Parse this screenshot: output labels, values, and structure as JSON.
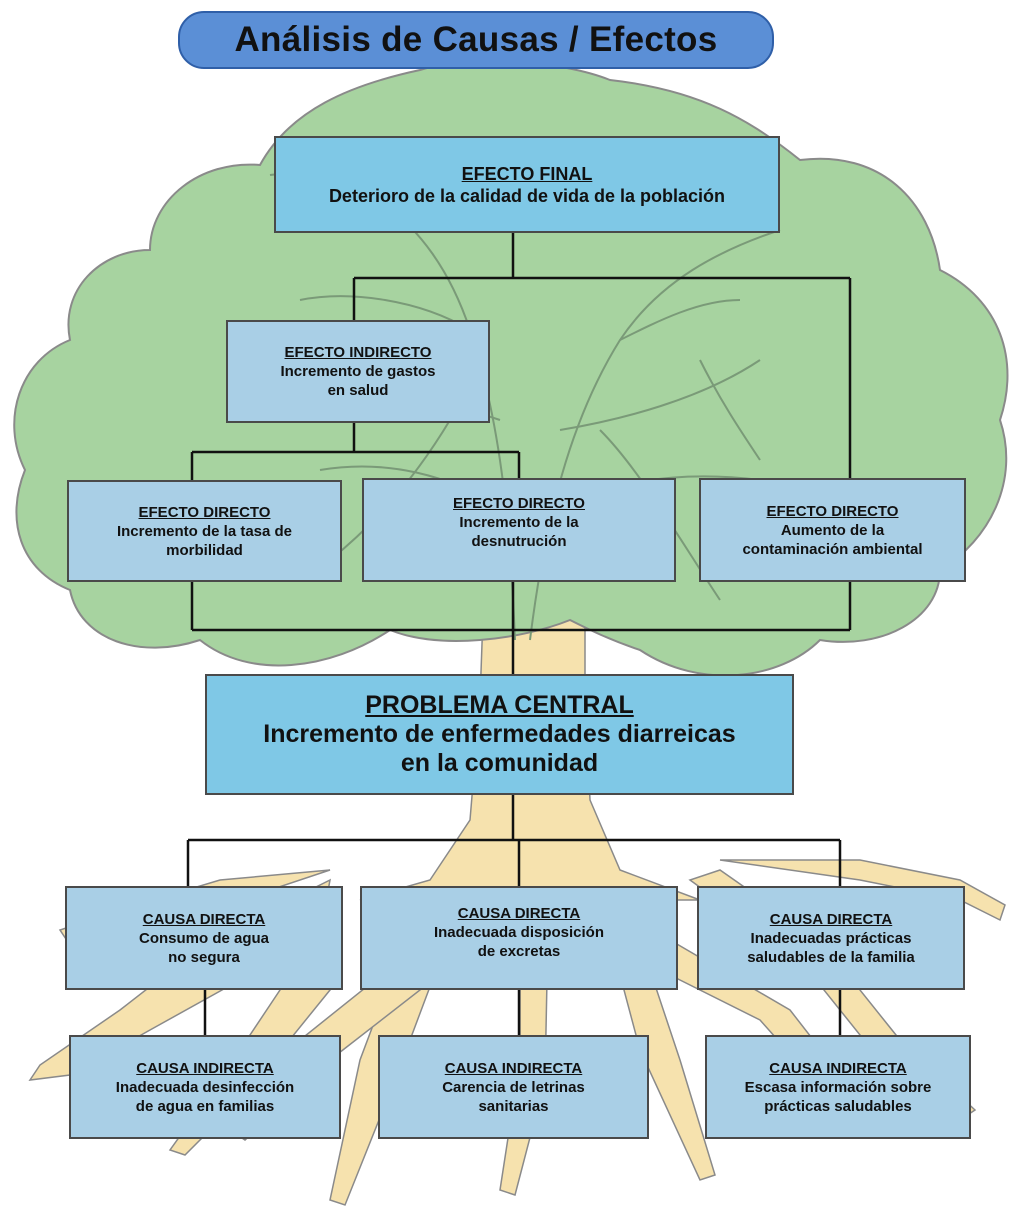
{
  "title": "Análisis de Causas / Efectos",
  "colors": {
    "title_fill": "#5b8fd6",
    "box_dark": "#7fc8e6",
    "box_light": "#a9cfe6",
    "canopy": "#a7d3a0",
    "trunk": "#f6e2ae"
  },
  "final_effect": {
    "heading": "EFECTO FINAL",
    "text": "Deterioro de la  calidad de vida de la población"
  },
  "indirect_effect": {
    "heading": "EFECTO INDIRECTO",
    "text": "Incremento de gastos\nen salud"
  },
  "direct_effects": [
    {
      "heading": "EFECTO DIRECTO",
      "text": "Incremento de la tasa de\nmorbilidad"
    },
    {
      "heading": "EFECTO DIRECTO",
      "text": "Incremento de la\ndesnutrución"
    },
    {
      "heading": "EFECTO DIRECTO",
      "text": "Aumento de la\ncontaminación ambiental"
    }
  ],
  "central_problem": {
    "heading": "PROBLEMA CENTRAL",
    "text": "Incremento de enfermedades diarreicas\nen la comunidad"
  },
  "direct_causes": [
    {
      "heading": "CAUSA DIRECTA",
      "text": "Consumo de agua\nno segura"
    },
    {
      "heading": "CAUSA DIRECTA",
      "text": "Inadecuada disposición\nde excretas"
    },
    {
      "heading": "CAUSA DIRECTA",
      "text": "Inadecuadas prácticas\nsaludables de la familia"
    }
  ],
  "indirect_causes": [
    {
      "heading": "CAUSA INDIRECTA",
      "text": "Inadecuada desinfección\nde agua en familias"
    },
    {
      "heading": "CAUSA INDIRECTA",
      "text": "Carencia de letrinas\nsanitarias"
    },
    {
      "heading": "CAUSA INDIRECTA",
      "text": "Escasa información sobre\nprácticas saludables"
    }
  ]
}
